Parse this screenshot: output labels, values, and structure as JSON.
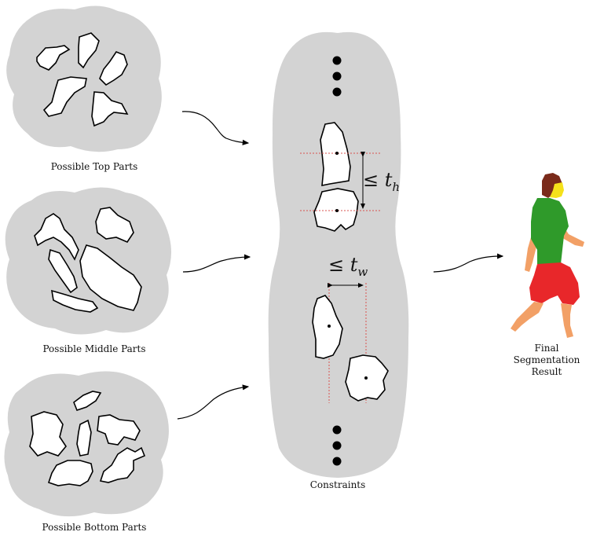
{
  "labels": {
    "top": "Possible Top Parts",
    "middle": "Possible Middle Parts",
    "bottom": "Possible Bottom Parts",
    "constraints": "Constraints",
    "final_line1": "Final",
    "final_line2": "Segmentation",
    "final_line3": "Result"
  },
  "math": {
    "leq": "≤",
    "th_var": "t",
    "th_sub": "h",
    "tw_var": "t",
    "tw_sub": "w"
  },
  "colors": {
    "blob_fill": "#d3d3d3",
    "part_fill": "#ffffff",
    "guide_line": "#d9534f",
    "person_hair": "#7a2a1a",
    "person_face": "#f5e11a",
    "person_shirt": "#2f9a2a",
    "person_shorts": "#e8272a",
    "person_skin": "#f2a066"
  }
}
